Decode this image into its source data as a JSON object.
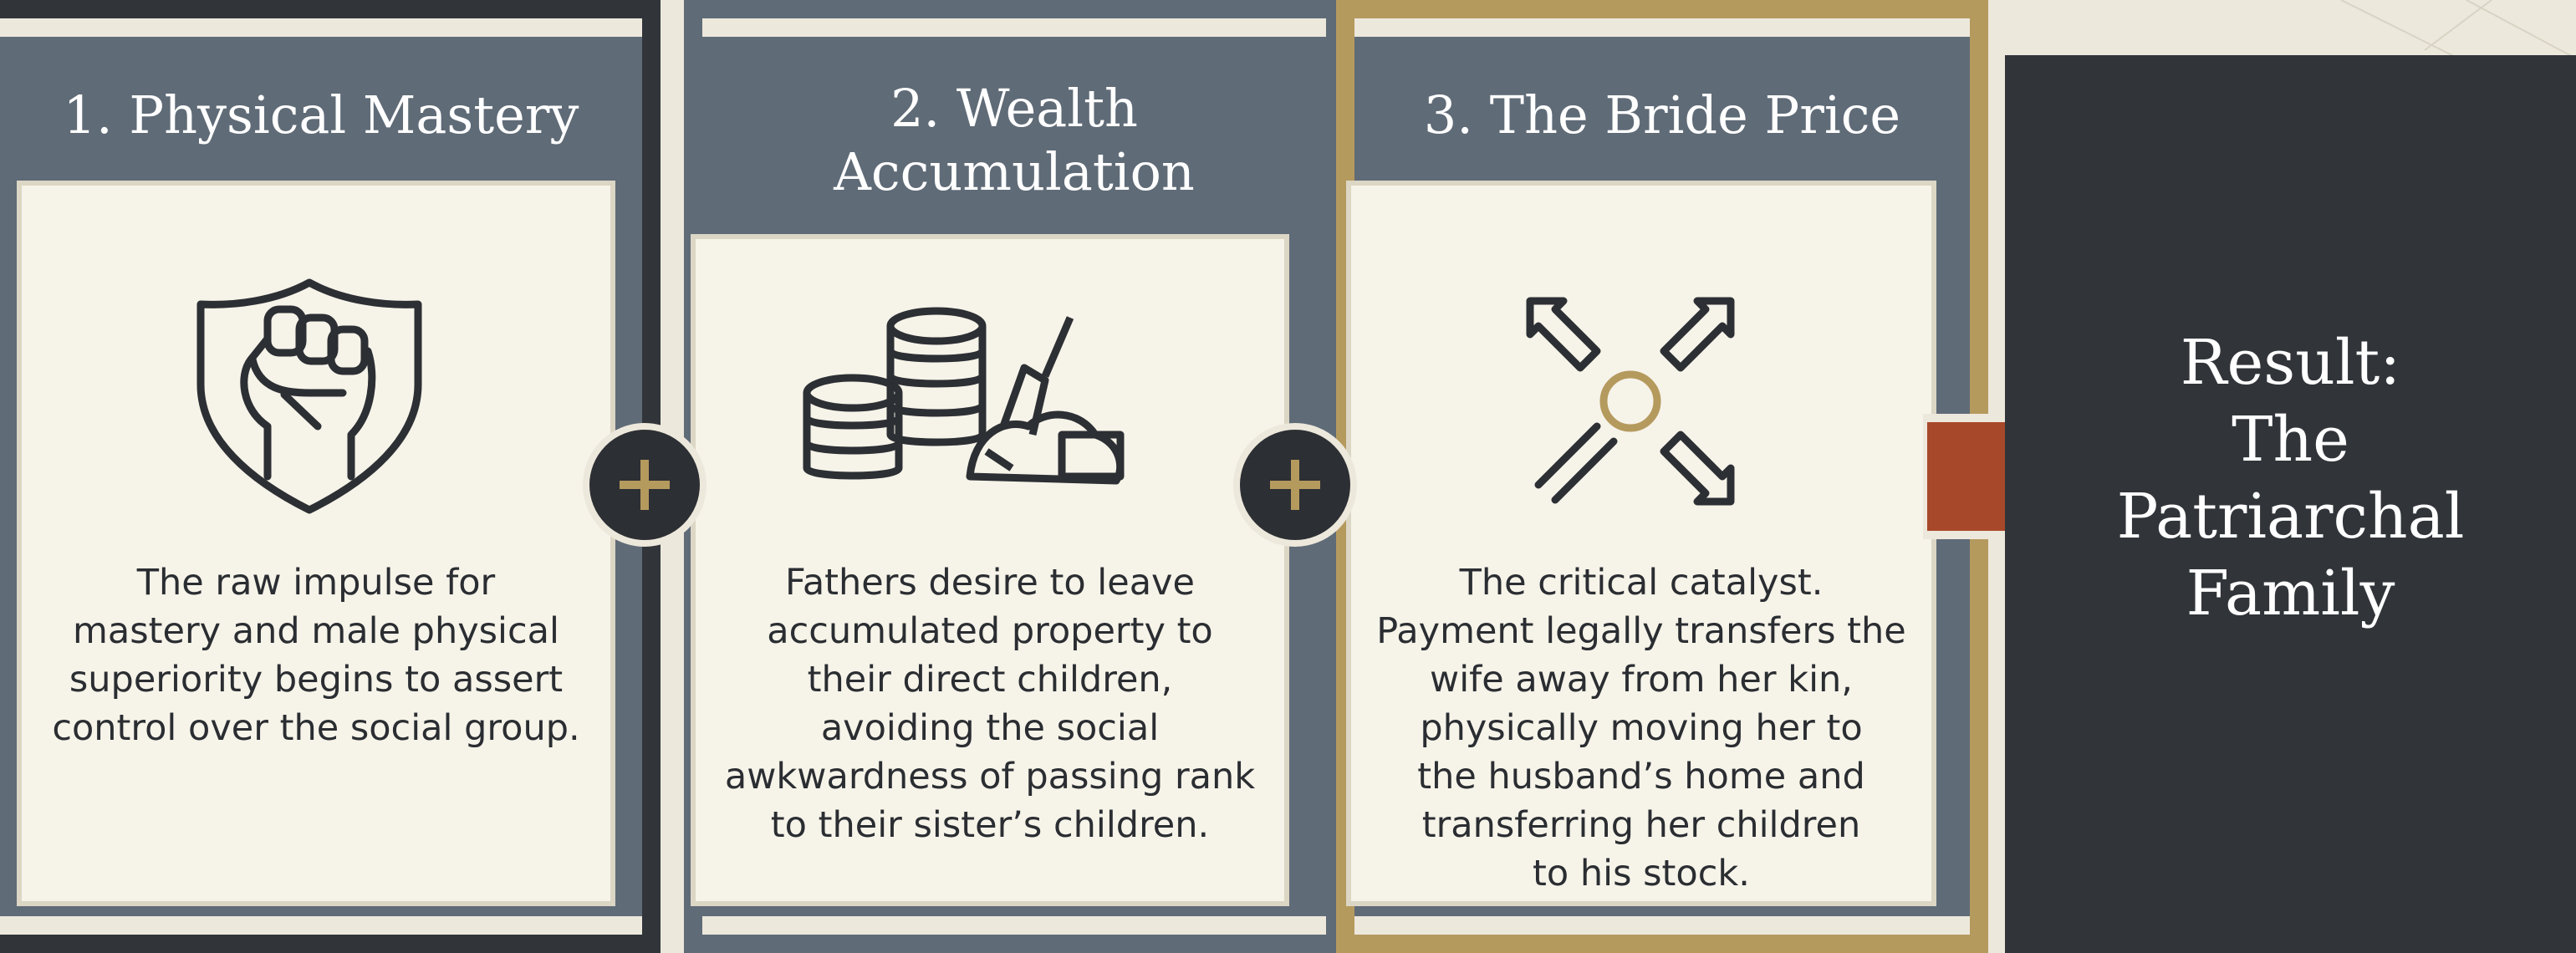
{
  "steps": [
    {
      "title_line1": "1. Physical Mastery",
      "title_line2": "",
      "icon": "shield-fist-icon",
      "desc_lines": [
        "The raw impulse for",
        "mastery and male physical",
        "superiority begins to assert",
        "control over the social group."
      ]
    },
    {
      "title_line1": "2. Wealth",
      "title_line2": "Accumulation",
      "icon": "coins-treasure-icon",
      "desc_lines": [
        "Fathers desire to leave",
        "accumulated property to",
        "their direct children,",
        "avoiding the social",
        "awkwardness of passing rank",
        "to their sister’s children."
      ]
    },
    {
      "title_line1": "3. The Bride Price",
      "title_line2": "",
      "icon": "transfer-arrows-icon",
      "desc_lines": [
        "The critical catalyst.",
        "Payment legally transfers the",
        "wife away from her kin,",
        "physically moving her to",
        "the husband’s home and",
        "transferring her children",
        "to his stock."
      ]
    }
  ],
  "connectors": [
    "plus-icon",
    "plus-icon"
  ],
  "result": {
    "lines": [
      "Result:",
      "The",
      "Patriarchal",
      "Family"
    ]
  },
  "colors": {
    "dark": "#31353a",
    "slate": "#5f6b77",
    "gold": "#b59a5e",
    "arrow": "#a8482a",
    "cream": "#f6f3e9"
  }
}
